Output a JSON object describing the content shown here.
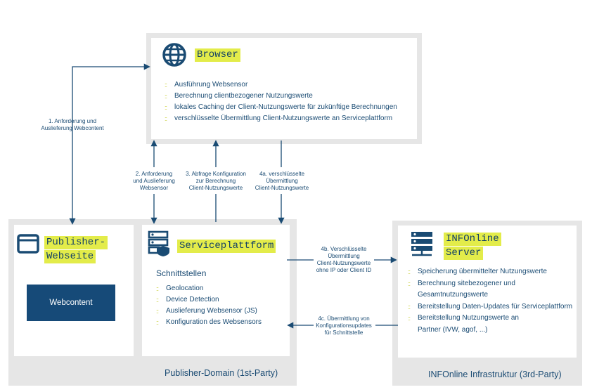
{
  "browser": {
    "title": "Browser",
    "items": [
      "Ausführung Websensor",
      "Berechnung clientbezogener Nutzungswerte",
      "lokales Caching der Client-Nutzungswerte für zukünftige Berechnungen",
      "verschlüsselte Übermittlung Client-Nutzungswerte an Serviceplattform"
    ]
  },
  "publisher": {
    "title_line1": "Publisher-",
    "title_line2": "Webseite",
    "content_box": "Webcontent"
  },
  "service": {
    "title": "Serviceplattform",
    "section": "Schnittstellen",
    "items": [
      "Geolocation",
      "Device Detection",
      "Auslieferung Websensor (JS)",
      "Konfiguration des Websensors"
    ]
  },
  "infonline": {
    "title_line1": "INFOnline",
    "title_line2": "Server",
    "items": [
      "Speicherung übermittelter Nutzungswerte",
      "Berechnung sitebezogener und",
      "Gesamtnutzungswerte",
      "Bereitstellung Daten-Updates für Serviceplattform",
      "Bereitstellung Nutzungswerte an",
      "Partner (IVW, agof, ...)"
    ],
    "bullets": [
      true,
      true,
      false,
      true,
      true,
      false
    ]
  },
  "domains": {
    "publisher": "Publisher-Domain (1st-Party)",
    "infonline": "INFOnline Infrastruktur (3rd-Party)"
  },
  "flows": {
    "f1": [
      "1. Anforderung und",
      "Auslieferung Webcontent"
    ],
    "f2": [
      "2. Anforderung",
      "und Auslieferung",
      "Websensor"
    ],
    "f3": [
      "3. Abfrage Konfiguration",
      "zur Berechnung",
      "Client-Nutzungswerte"
    ],
    "f4a": [
      "4a. verschlüsselte",
      "Übermittlung",
      "Client-Nutzungswerte"
    ],
    "f4b": [
      "4b. Verschlüsselte",
      "Übermittlung",
      "Client-Nutzungswerte",
      "ohne IP oder Client ID"
    ],
    "f4c": [
      "4c. Übermittlung von",
      "Konfigurationsupdates",
      "für Schnittstelle"
    ]
  },
  "colors": {
    "navy": "#1a4b73",
    "accent": "#e3ec4a",
    "frame": "#e6e6e6",
    "content_box": "#164a78"
  }
}
